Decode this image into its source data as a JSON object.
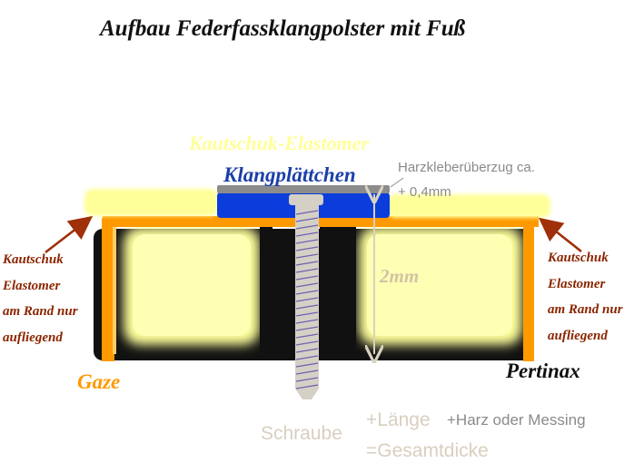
{
  "title": "Aufbau Federfassklangpolster mit Fuß",
  "labels": {
    "top_elastomer": "Kautschuk-Elastomer",
    "plate": "Klangplättchen",
    "resin_line1": "Harzkleberüberzug ca.",
    "resin_line2": "+ 0,4mm",
    "side_left": [
      "Kautschuk",
      "Elastomer",
      "am Rand nur",
      "aufliegend"
    ],
    "side_right": [
      "Kautschuk",
      "Elastomer",
      "am Rand nur",
      "aufliegend"
    ],
    "gaze": "Gaze",
    "pertinax": "Pertinax",
    "thickness": "2mm",
    "screw": "Schraube",
    "length": "+Länge",
    "resin_or_brass": "+Harz oder Messing",
    "total": "=Gesamtdicke"
  },
  "colors": {
    "elastomer": "#ffff99",
    "felt_glow": "#ffffa8",
    "plate": "#0a3ddc",
    "gaze": "#ff9900",
    "pertinax": "#111111",
    "arrow": "#a0300a",
    "screw": "#d5d0c6",
    "screw_thread": "#7060b0",
    "resin": "#8c8c8c",
    "dimension": "#d8d2c0"
  }
}
